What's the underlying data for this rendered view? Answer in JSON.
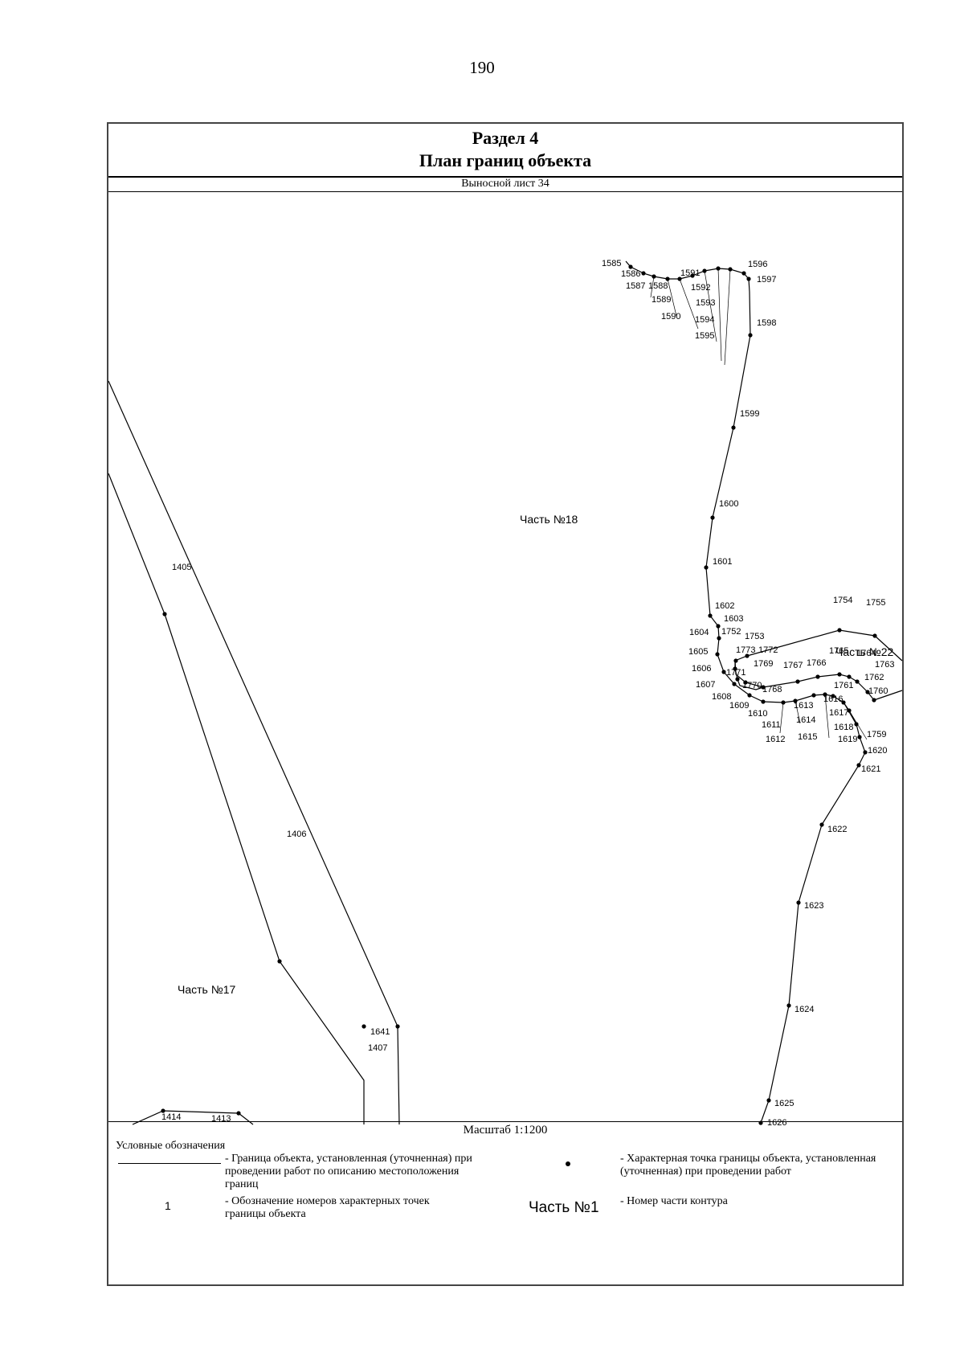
{
  "page_number": "190",
  "header": {
    "section": "Раздел 4",
    "title": "План границ объекта"
  },
  "sheet_label": "Выносной лист 34",
  "map": {
    "parts": [
      "Часть №18",
      "Часть №17",
      "Часть №22"
    ],
    "point_labels": {
      "p1585": "1585",
      "p1586": "1586",
      "p1587": "1587",
      "p1588": "1588",
      "p1589": "1589",
      "p1590": "1590",
      "p1591": "1591",
      "p1592": "1592",
      "p1593": "1593",
      "p1594": "1594",
      "p1595": "1595",
      "p1596": "1596",
      "p1597": "1597",
      "p1598": "1598",
      "p1599": "1599",
      "p1600": "1600",
      "p1601": "1601",
      "p1602": "1602",
      "p1603": "1603",
      "p1604": "1604",
      "p1605": "1605",
      "p1606": "1606",
      "p1607": "1607",
      "p1608": "1608",
      "p1609": "1609",
      "p1610": "1610",
      "p1611": "1611",
      "p1612": "1612",
      "p1613": "1613",
      "p1614": "1614",
      "p1615": "1615",
      "p1616": "1616",
      "p1617": "1617",
      "p1618": "1618",
      "p1619": "1619",
      "p1620": "1620",
      "p1621": "1621",
      "p1622": "1622",
      "p1623": "1623",
      "p1624": "1624",
      "p1625": "1625",
      "p1626": "1626",
      "p1752": "1752",
      "p1753": "1753",
      "p1754": "1754",
      "p1755": "1755",
      "p1759": "1759",
      "p1760": "1760",
      "p1761": "1761",
      "p1762": "1762",
      "p1763": "1763",
      "p1764": "1764",
      "p1765": "1765",
      "p1766": "1766",
      "p1767": "1767",
      "p1768": "1768",
      "p1769": "1769",
      "p1770": "1770",
      "p1771": "1771",
      "p1772": "1772",
      "p1773": "1773",
      "p1405": "1405",
      "p1406": "1406",
      "p1407": "1407",
      "p1641": "1641",
      "p1413": "1413",
      "p1414": "1414"
    }
  },
  "scale": "Масштаб 1:1200",
  "legend": {
    "title": "Условные обозначения",
    "boundary_text": "- Граница объекта, установленная (уточненная) при проведении работ по описанию местоположения границ",
    "point_text": "- Характерная точка границы объекта, установленная (уточненная) при проведении работ",
    "number_sample": "1",
    "number_text": "- Обозначение номеров характерных точек границы объекта",
    "part_sample": "Часть №1",
    "part_text": "- Номер части контура"
  }
}
